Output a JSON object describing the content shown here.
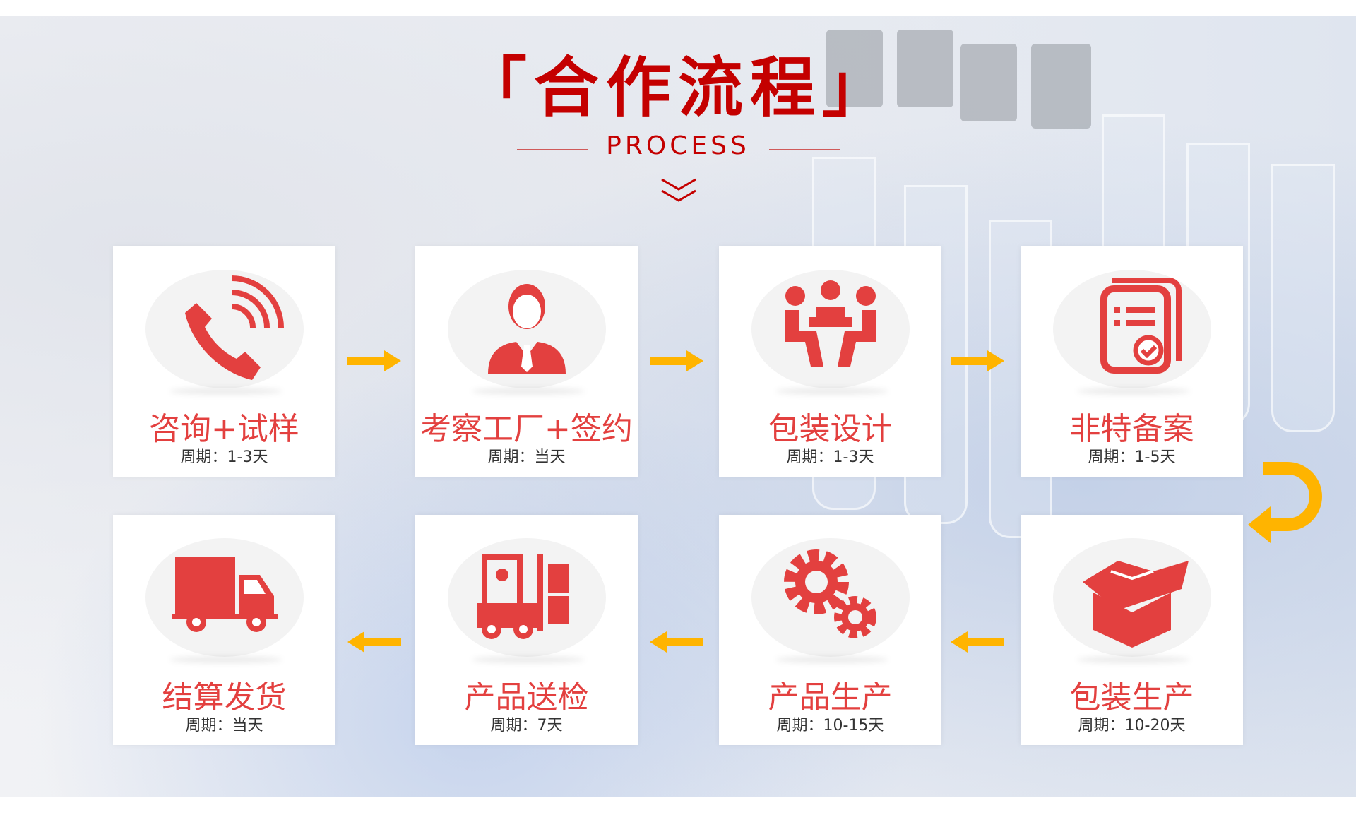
{
  "title": "「合作流程」",
  "subtitle": "PROCESS",
  "colors": {
    "accent": "#c40000",
    "icon": "#e3403f",
    "arrow": "#ffb400"
  },
  "steps": [
    {
      "name": "咨询+试样",
      "period": "周期：1-3天",
      "icon": "phone-icon"
    },
    {
      "name": "考察工厂+签约",
      "period": "周期：当天",
      "icon": "businessman-icon"
    },
    {
      "name": "包装设计",
      "period": "周期：1-3天",
      "icon": "meeting-icon"
    },
    {
      "name": "非特备案",
      "period": "周期：1-5天",
      "icon": "document-check-icon"
    },
    {
      "name": "包装生产",
      "period": "周期：10-20天",
      "icon": "box-icon"
    },
    {
      "name": "产品生产",
      "period": "周期：10-15天",
      "icon": "gears-icon"
    },
    {
      "name": "产品送检",
      "period": "周期：7天",
      "icon": "forklift-icon"
    },
    {
      "name": "结算发货",
      "period": "周期：当天",
      "icon": "truck-icon"
    }
  ]
}
